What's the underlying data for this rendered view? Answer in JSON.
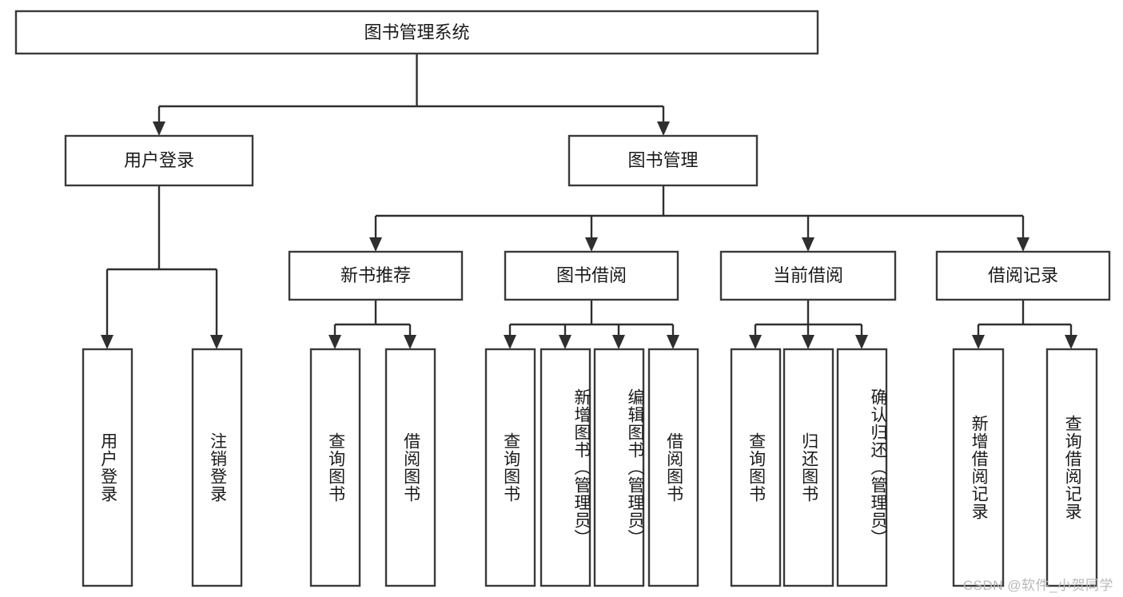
{
  "diagram": {
    "type": "tree",
    "title": "图书管理系统",
    "orientation": "top-down",
    "background_color": "#ffffff",
    "box_stroke_color": "#3a3a3a",
    "connector_color": "#2f2f2f",
    "text_color": "#1a1a1a"
  },
  "nodes": {
    "root": {
      "label": "图书管理系统",
      "level": 1,
      "orientation": "horizontal"
    },
    "l2": [
      {
        "id": "user-login",
        "label": "用户登录",
        "level": 2,
        "orientation": "horizontal"
      },
      {
        "id": "book-manage",
        "label": "图书管理",
        "level": 2,
        "orientation": "horizontal"
      }
    ],
    "l3": [
      {
        "id": "new-book-recommend",
        "label": "新书推荐",
        "level": 3,
        "orientation": "horizontal",
        "parent": "book-manage"
      },
      {
        "id": "book-borrow",
        "label": "图书借阅",
        "level": 3,
        "orientation": "horizontal",
        "parent": "book-manage"
      },
      {
        "id": "current-borrow",
        "label": "当前借阅",
        "level": 3,
        "orientation": "horizontal",
        "parent": "book-manage"
      },
      {
        "id": "borrow-record",
        "label": "借阅记录",
        "level": 3,
        "orientation": "horizontal",
        "parent": "book-manage"
      }
    ],
    "leaves": [
      {
        "id": "leaf-user-login",
        "label": "用户登录",
        "parent": "user-login",
        "orientation": "vertical"
      },
      {
        "id": "leaf-user-logout",
        "label": "注销登录",
        "parent": "user-login",
        "orientation": "vertical"
      },
      {
        "id": "leaf-query-book-1",
        "label": "查询图书",
        "parent": "new-book-recommend",
        "orientation": "vertical"
      },
      {
        "id": "leaf-borrow-book-1",
        "label": "借阅图书",
        "parent": "new-book-recommend",
        "orientation": "vertical"
      },
      {
        "id": "leaf-query-book-2",
        "label": "查询图书",
        "parent": "book-borrow",
        "orientation": "vertical"
      },
      {
        "id": "leaf-add-book",
        "label": "新增图书（管理员）",
        "parent": "book-borrow",
        "orientation": "vertical"
      },
      {
        "id": "leaf-edit-book",
        "label": "编辑图书（管理员）",
        "parent": "book-borrow",
        "orientation": "vertical"
      },
      {
        "id": "leaf-borrow-book-2",
        "label": "借阅图书",
        "parent": "book-borrow",
        "orientation": "vertical"
      },
      {
        "id": "leaf-query-book-3",
        "label": "查询图书",
        "parent": "current-borrow",
        "orientation": "vertical"
      },
      {
        "id": "leaf-return-book",
        "label": "归还图书",
        "parent": "current-borrow",
        "orientation": "vertical"
      },
      {
        "id": "leaf-confirm-return",
        "label": "确认归还（管理员）",
        "parent": "current-borrow",
        "orientation": "vertical"
      },
      {
        "id": "leaf-add-record",
        "label": "新增借阅记录",
        "parent": "borrow-record",
        "orientation": "vertical"
      },
      {
        "id": "leaf-query-record",
        "label": "查询借阅记录",
        "parent": "borrow-record",
        "orientation": "vertical"
      }
    ]
  },
  "watermark": {
    "text": "CSDN @软件_小贺同学"
  }
}
